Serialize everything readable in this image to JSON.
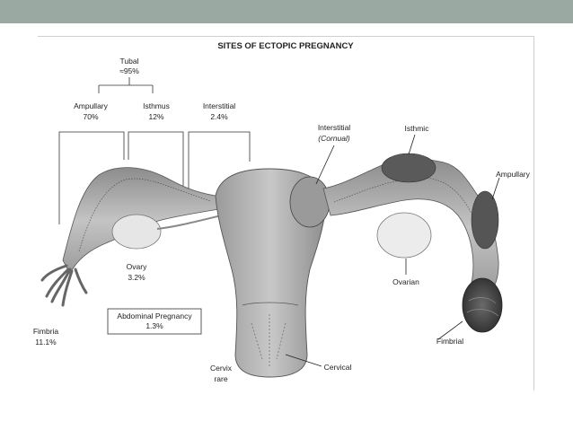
{
  "title": "SITES OF ECTOPIC PREGNANCY",
  "tubal": {
    "label": "Tubal",
    "value": "≈95%"
  },
  "ampullary_left": {
    "label": "Ampullary",
    "value": "70%"
  },
  "isthmus": {
    "label": "Isthmus",
    "value": "12%"
  },
  "interstitial_left": {
    "label": "Interstitial",
    "value": "2.4%"
  },
  "ovary": {
    "label": "Ovary",
    "value": "3.2%"
  },
  "fimbria": {
    "label": "Fimbria",
    "value": "11.1%"
  },
  "abdominal": {
    "label": "Abdominal Pregnancy",
    "value": "1.3%"
  },
  "cervix": {
    "label": "Cervix",
    "value": "rare"
  },
  "right_labels": {
    "interstitial": "Interstitial",
    "cornual": "(Cornual)",
    "isthmic": "Isthmic",
    "ampullary": "Ampullary",
    "ovarian": "Ovarian",
    "fimbrial": "Fimbrial",
    "cervical": "Cervical"
  },
  "colors": {
    "top_bar": "#9aa9a1",
    "tissue": "#b8b8b8",
    "tissue_dark": "#6f6f6f",
    "ovary": "#e6e6e6",
    "pregnancy_dark": "#3a3a3a"
  }
}
